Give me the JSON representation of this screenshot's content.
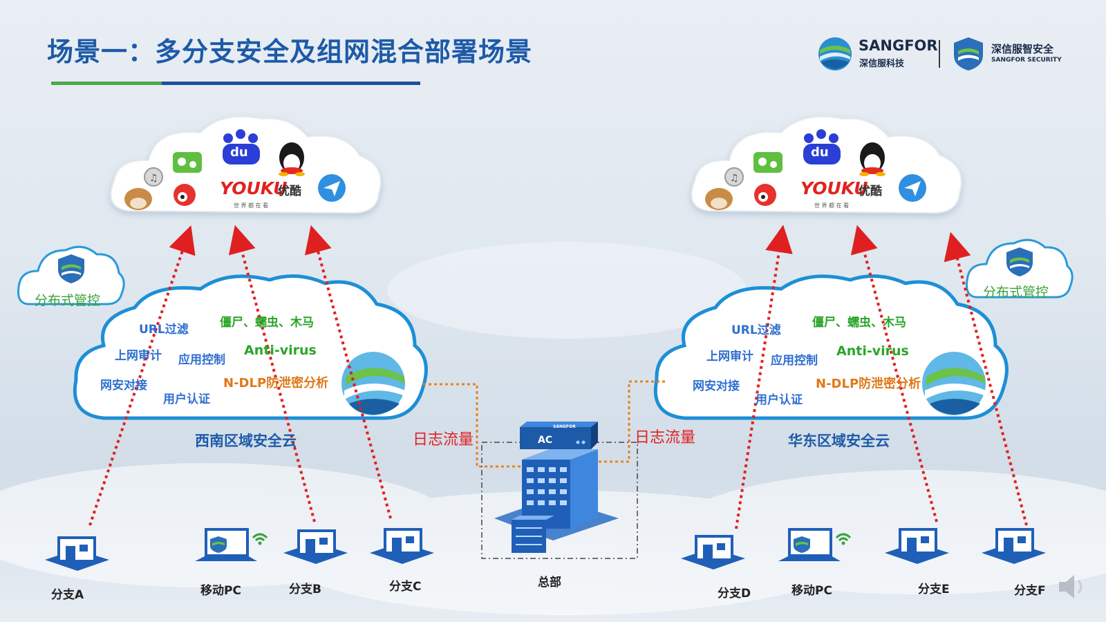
{
  "title": "场景一：多分支安全及组网混合部署场景",
  "logo": {
    "brand": "SANGFOR",
    "brand_cn": "深信服科技",
    "security_cn": "深信服智安全",
    "security_en": "SANGFOR SECURITY"
  },
  "app_cloud": {
    "youku": "YOUKU",
    "youku_cn": "优酷",
    "youku_sub": "世 界 都 在 看",
    "du": "du"
  },
  "distributed": "分布式管控",
  "features": {
    "url": "URL过滤",
    "zombie": "僵尸、蠕虫、木马",
    "audit": "上网审计",
    "appctrl": "应用控制",
    "antivirus": "Anti-virus",
    "netsec": "网安对接",
    "dlp": "N-DLP防泄密分析",
    "auth": "用户认证"
  },
  "regions": {
    "left": "西南区域安全云",
    "right": "华东区域安全云"
  },
  "log_flow": "日志流量",
  "hq": {
    "label": "总部",
    "device": "AC",
    "device_brand": "SANGFOR"
  },
  "nodes": {
    "branch_a": "分支A",
    "mobile_left": "移动PC",
    "branch_b": "分支B",
    "branch_c": "分支C",
    "branch_d": "分支D",
    "mobile_right": "移动PC",
    "branch_e": "分支E",
    "branch_f": "分支F"
  },
  "colors": {
    "title": "#1d5aa8",
    "arrow": "#e02020",
    "log_line": "#e8821e",
    "cloud_border": "#1d8fd6",
    "feature_blue": "#2f6fd0",
    "feature_green": "#2aa52a",
    "feature_orange": "#e0781a"
  }
}
